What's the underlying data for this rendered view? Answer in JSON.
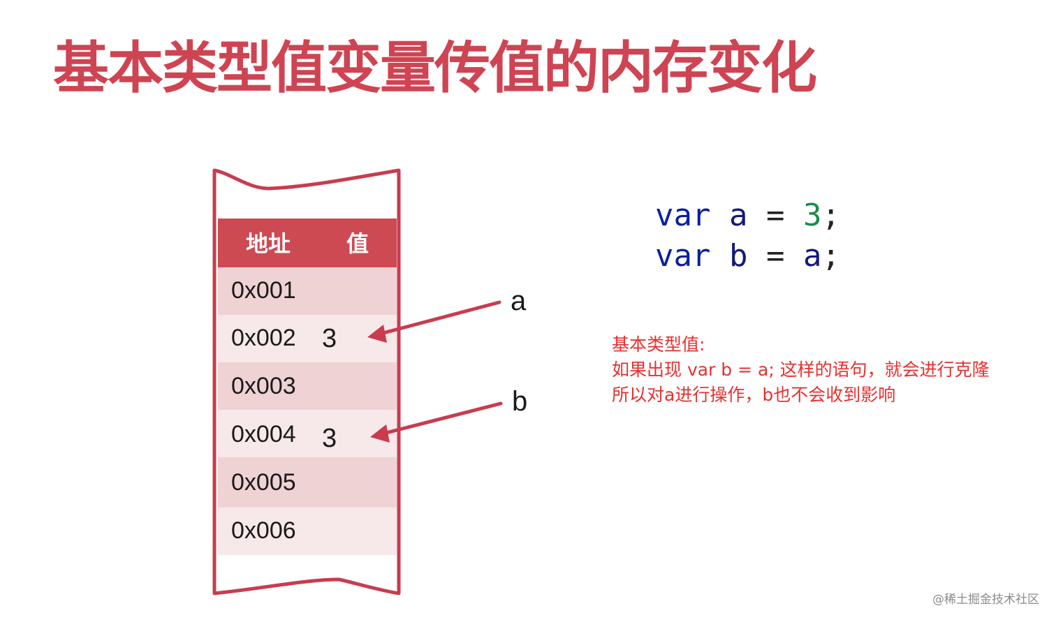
{
  "title": "基本类型值变量传值的内存变化",
  "memory_table": {
    "header": {
      "address": "地址",
      "value": "值"
    },
    "rows": [
      {
        "address": "0x001",
        "value": ""
      },
      {
        "address": "0x002",
        "value": "3"
      },
      {
        "address": "0x003",
        "value": ""
      },
      {
        "address": "0x004",
        "value": "3"
      },
      {
        "address": "0x005",
        "value": ""
      },
      {
        "address": "0x006",
        "value": ""
      }
    ]
  },
  "pointers": [
    {
      "label": "a",
      "target_address": "0x002"
    },
    {
      "label": "b",
      "target_address": "0x004"
    }
  ],
  "code": {
    "line1": {
      "keyword": "var",
      "name": "a",
      "op": "=",
      "value": "3",
      "end": ";"
    },
    "line2": {
      "keyword": "var",
      "name": "b",
      "op": "=",
      "value": "a",
      "end": ";"
    }
  },
  "note": {
    "line1": "基本类型值:",
    "line2": "如果出现 var b = a; 这样的语句，就会进行克隆",
    "line3": "所以对a进行操作，b也不会收到影响"
  },
  "watermark": "@稀土掘金技术社区",
  "colors": {
    "title": "#cf4452",
    "table_header": "#cd4a53",
    "row_dark": "#efd2d4",
    "row_light": "#f7e8e9",
    "frame": "#c83c4e",
    "note": "#e8302e",
    "code_keyword": "#0a1fa0",
    "code_number": "#1d8a4a"
  }
}
